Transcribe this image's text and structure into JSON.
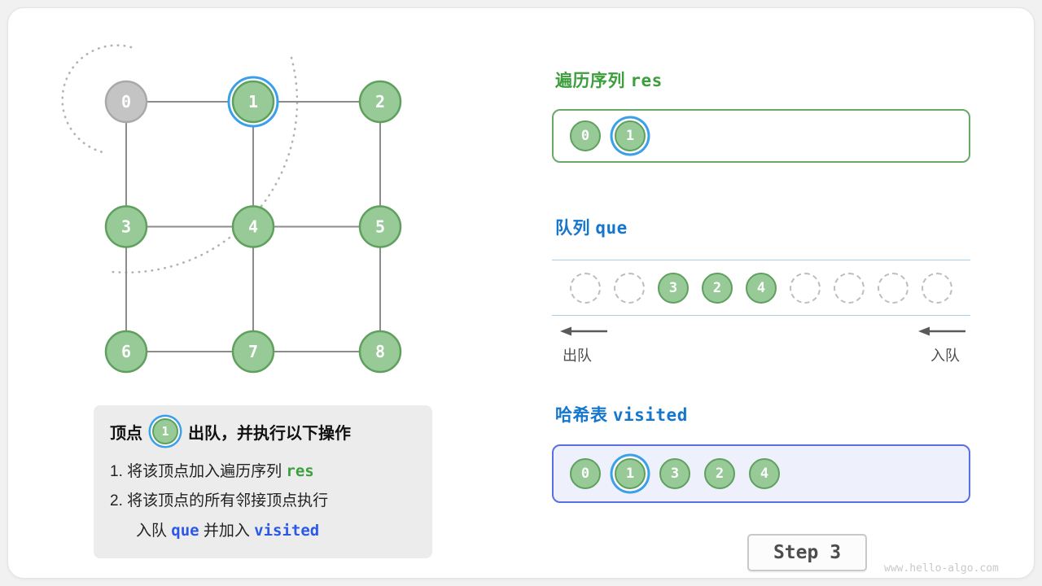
{
  "colors": {
    "green_title": "#3c9e3c",
    "blue_title": "#1576cd",
    "code_blue": "#2b59e6",
    "node_green_fill": "#97ca97",
    "node_green_border": "#5fa05f",
    "node_gray_fill": "#c4c4c4",
    "node_gray_border": "#a9a9a9",
    "highlight_ring": "#3aa0ea",
    "visited_box_border": "#5a6fe0",
    "visited_box_bg": "#eef1fc"
  },
  "graph": {
    "nodes": [
      {
        "label": "0",
        "state": "gray"
      },
      {
        "label": "1",
        "state": "current"
      },
      {
        "label": "2",
        "state": "green"
      },
      {
        "label": "3",
        "state": "green"
      },
      {
        "label": "4",
        "state": "green"
      },
      {
        "label": "5",
        "state": "green"
      },
      {
        "label": "6",
        "state": "green"
      },
      {
        "label": "7",
        "state": "green"
      },
      {
        "label": "8",
        "state": "green"
      }
    ],
    "edges": [
      [
        0,
        1
      ],
      [
        1,
        2
      ],
      [
        3,
        4
      ],
      [
        4,
        5
      ],
      [
        6,
        7
      ],
      [
        7,
        8
      ],
      [
        0,
        3
      ],
      [
        1,
        4
      ],
      [
        2,
        5
      ],
      [
        3,
        6
      ],
      [
        4,
        7
      ],
      [
        5,
        8
      ]
    ]
  },
  "res_section": {
    "title": "遍历序列",
    "code": "res",
    "items": [
      {
        "label": "0",
        "state": "green"
      },
      {
        "label": "1",
        "state": "current"
      }
    ]
  },
  "queue_section": {
    "title": "队列",
    "code": "que",
    "cells": [
      null,
      null,
      "3",
      "2",
      "4",
      null,
      null,
      null,
      null
    ],
    "dequeue_label": "出队",
    "enqueue_label": "入队"
  },
  "visited_section": {
    "title": "哈希表",
    "code": "visited",
    "items": [
      {
        "label": "0",
        "state": "green"
      },
      {
        "label": "1",
        "state": "current"
      },
      {
        "label": "3",
        "state": "green"
      },
      {
        "label": "2",
        "state": "green"
      },
      {
        "label": "4",
        "state": "green"
      }
    ]
  },
  "info_box": {
    "title_prefix": "顶点",
    "title_node": "1",
    "title_suffix": "出队，并执行以下操作",
    "step1_text": "1. 将该顶点加入遍历序列 ",
    "step1_code": "res",
    "step2_text": "2. 将该顶点的所有邻接顶点执行",
    "step2b_pre": "入队 ",
    "step2b_code1": "que",
    "step2b_mid": " 并加入 ",
    "step2b_code2": "visited"
  },
  "step_label": "Step 3",
  "watermark": "www.hello-algo.com"
}
